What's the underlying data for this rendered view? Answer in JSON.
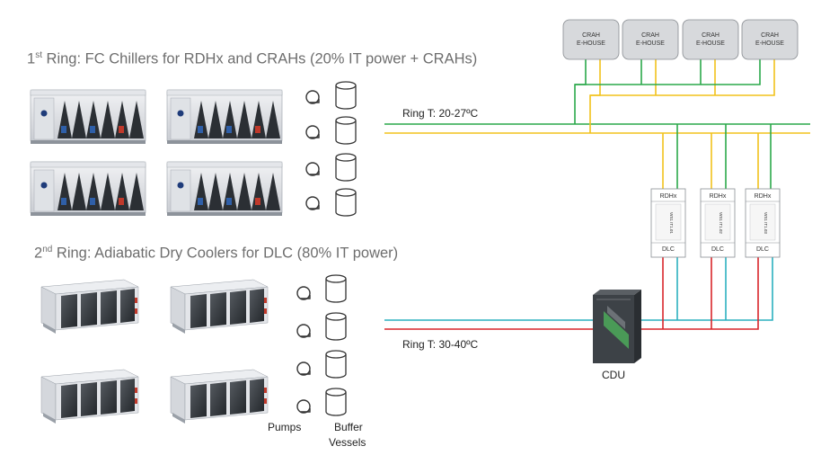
{
  "ring1": {
    "ord": "1",
    "sup": "st",
    "title": " Ring: FC Chillers for RDHx and CRAHs (20% IT power + CRAHs)"
  },
  "ring2": {
    "ord": "2",
    "sup": "nd",
    "title": " Ring: Adiabatic Dry Coolers for DLC (80% IT power)"
  },
  "ring1_temp": "Ring T: 20-27ºC",
  "ring2_temp": "Ring T: 30-40ºC",
  "pumps_label": "Pumps",
  "buffer_label_1": "Buffer",
  "buffer_label_2": "Vessels",
  "cdu_label": "CDU",
  "crah": {
    "line1": "CRAH",
    "line2": "E-HOUSE"
  },
  "rack": {
    "top": "RDHx",
    "bottom": "DLC",
    "ids": [
      "WS1 IT1.01",
      "WS1 IT1.02",
      "WS1 IT1.03"
    ]
  },
  "colors": {
    "green": "#2aa84a",
    "yellow": "#f2c21b",
    "teal": "#2bb0bf",
    "red": "#d9252a",
    "grey_text": "#6e6e6e"
  }
}
